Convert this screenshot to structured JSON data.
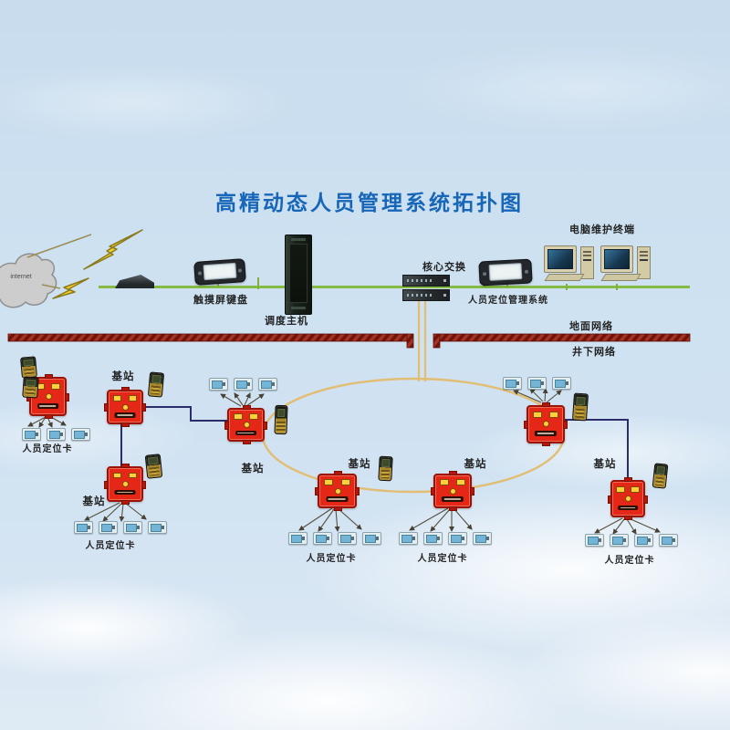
{
  "title": "高精动态人员管理系统拓扑图",
  "colors": {
    "title_blue": "#1766b8",
    "lan_green": "#86bb43",
    "backbone_red": "#9b2a1c",
    "ring_gold": "#e2bd74",
    "link_navy": "#2c2c6a",
    "station_red": "#e42716",
    "card_screen_blue": "#74b4d6",
    "lightning_yellow": "#f2cf2f"
  },
  "surface": {
    "internet_label": "internet",
    "touch_keyboard_label": "触摸屏键盘",
    "dispatch_host_label": "调度主机",
    "core_switch_label": "核心交换",
    "positioning_system_label": "人员定位管理系统",
    "maintenance_terminal_label": "电脑维护终端"
  },
  "network": {
    "ground_label": "地面网络",
    "underground_label": "井下网络"
  },
  "underground": {
    "base_station_label": "基站",
    "card_label": "人员定位卡",
    "base_station_count": 8,
    "card_groups": [
      {
        "id": "far-left",
        "count": 3
      },
      {
        "id": "ring-left",
        "count": 3
      },
      {
        "id": "ring-right",
        "count": 3
      },
      {
        "id": "left-lower",
        "count": 4
      },
      {
        "id": "bottom-left",
        "count": 4
      },
      {
        "id": "bottom-right",
        "count": 4
      },
      {
        "id": "right-lower",
        "count": 4
      }
    ]
  }
}
